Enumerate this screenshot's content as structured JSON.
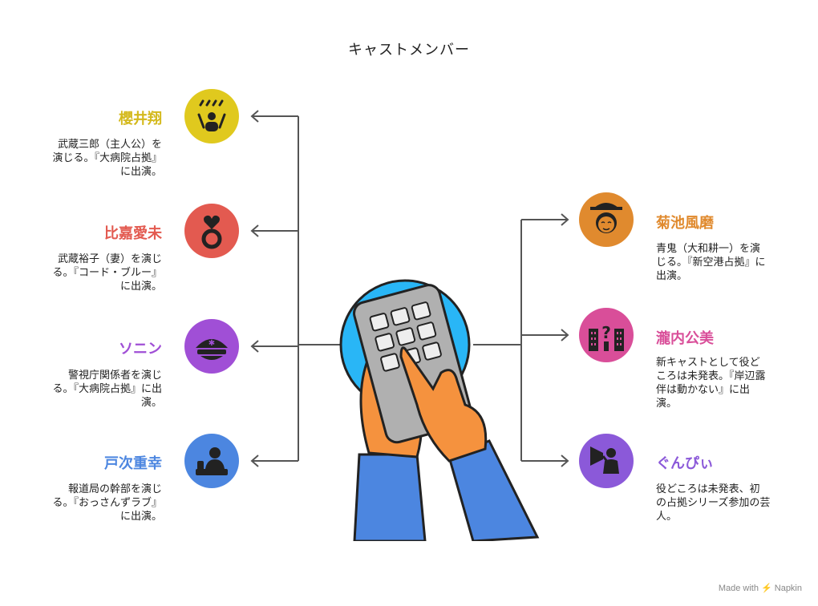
{
  "title": "キャストメンバー",
  "colors": {
    "yellow": "#E0C91E",
    "red": "#E35A50",
    "purple": "#A04FD6",
    "blue": "#4C86E0",
    "orange": "#E08A2E",
    "pink": "#D94E99",
    "violet": "#8B59D9"
  },
  "left": [
    {
      "name": "櫻井翔",
      "desc": "武蔵三郎（主人公）を\n演じる。『大病院占拠』\nに出演。",
      "icon": "raised-hands-person-icon"
    },
    {
      "name": "比嘉愛未",
      "desc": "武蔵裕子（妻）を演じ\nる。『コード・ブルー』\nに出演。",
      "icon": "heart-ring-icon"
    },
    {
      "name": "ソニン",
      "desc": "警視庁関係者を演じ\nる。『大病院占拠』に出\n演。",
      "icon": "police-cap-icon"
    },
    {
      "name": "戸次重幸",
      "desc": "報道局の幹部を演じ\nる。『おっさんずラブ』\nに出演。",
      "icon": "news-anchor-icon"
    }
  ],
  "right": [
    {
      "name": "菊池風磨",
      "desc": "青鬼（大和耕一）を演\nじる。『新空港占拠』に\n出演。",
      "icon": "geisha-mask-icon"
    },
    {
      "name": "瀧内公美",
      "desc": "新キャストとして役ど\nころは未発表。『岸辺露\n伴は動かない』に出\n演。",
      "icon": "mystery-building-icon"
    },
    {
      "name": "ぐんぴぃ",
      "desc": "役どころは未発表、初\nの占拠シリーズ参加の芸\n人。",
      "icon": "megaphone-person-icon"
    }
  ],
  "footer": "Made with ⚡ Napkin"
}
